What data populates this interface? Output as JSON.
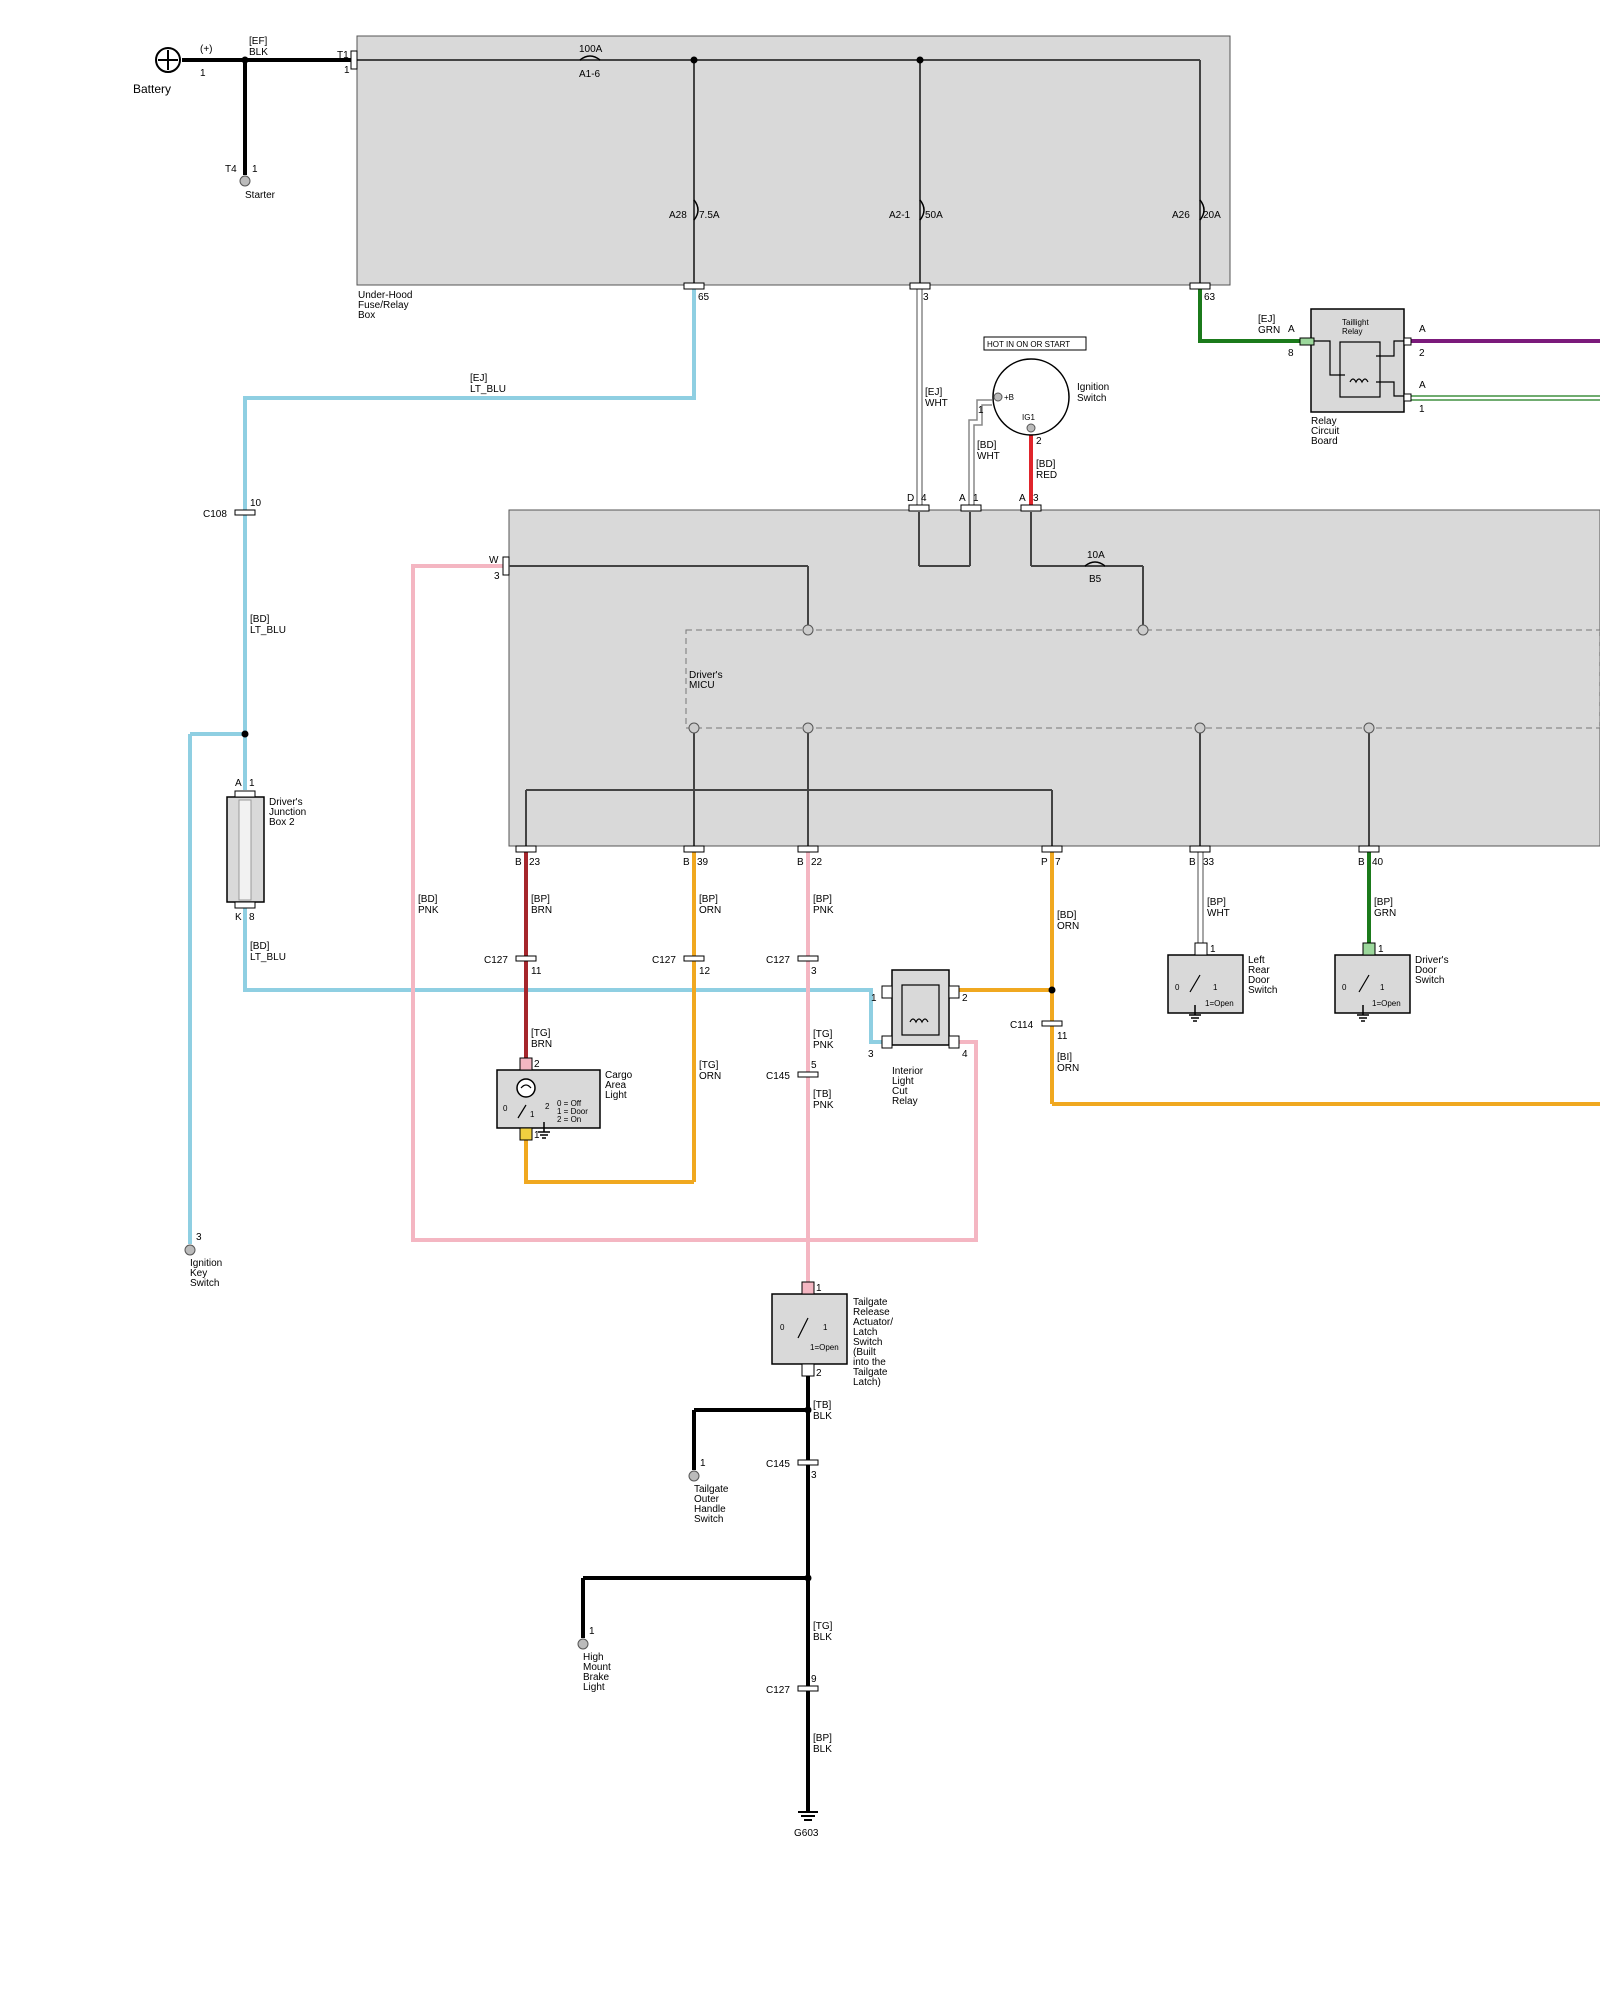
{
  "colors": {
    "box_fill": "#d9d9d9",
    "wire_black": "#000000",
    "wire_lt_blu": "#8fcfe2",
    "wire_pnk": "#f4b6c2",
    "wire_orn": "#f0a820",
    "wire_brn": "#a5262c",
    "wire_red": "#e0242b",
    "wire_grn": "#1b7a1b",
    "wire_wht": "#888888",
    "wire_vio": "#7b1a7b"
  },
  "battery": {
    "label": "Battery",
    "polarity": "(+)",
    "pin": "1"
  },
  "starter": {
    "label": "Starter",
    "conn": "T4",
    "pin": "1"
  },
  "wire_blk_1": {
    "code": "[EF]",
    "color": "BLK"
  },
  "uhfb": {
    "label": [
      "Under-Hood",
      "Fuse/Relay",
      "Box"
    ],
    "t1": "T1",
    "t1_pin": "1",
    "main_fuse_amps": "100A",
    "main_fuse_id": "A1-6",
    "f1_id": "A28",
    "f1_amps": "7.5A",
    "f2_id": "A2-1",
    "f2_amps": "50A",
    "f3_id": "A26",
    "f3_amps": "20A",
    "p65": "65",
    "p3": "3",
    "p63": "63"
  },
  "w_ej_ltblu": {
    "code": "[EJ]",
    "color": "LT_BLU"
  },
  "w_ej_wht": {
    "code": "[EJ]",
    "color": "WHT"
  },
  "w_bd_wht": {
    "code": "[BD]",
    "color": "WHT"
  },
  "w_bd_red": {
    "code": "[BD]",
    "color": "RED"
  },
  "w_ej_grn": {
    "code": "[EJ]",
    "color": "GRN"
  },
  "ignition": {
    "hot_label": "HOT IN ON OR START",
    "label": [
      "Ignition",
      "Switch"
    ],
    "pin1": "1",
    "pin2": "2",
    "term_b": "+B",
    "term_ig1": "IG1"
  },
  "relay_board": {
    "relay_label": [
      "Taillight",
      "Relay"
    ],
    "label": [
      "Relay",
      "Circuit",
      "Board"
    ],
    "pin_a_left": "A",
    "pin8": "8",
    "pin_a_r1": "A",
    "pin_r2": "2",
    "pin_a_r2": "A",
    "pin_r1": "1"
  },
  "c108": {
    "label": "C108",
    "pin": "10"
  },
  "w_bd_ltblu": {
    "code": "[BD]",
    "color": "LT_BLU"
  },
  "w_bd_ltblu_2": {
    "code": "[BD]",
    "color": "LT_BLU"
  },
  "djb2": {
    "label": [
      "Driver's",
      "Junction",
      "Box 2"
    ],
    "conn_a": "A",
    "pin_a": "1",
    "conn_k": "K",
    "pin_k": "8"
  },
  "ign_key": {
    "label": [
      "Ignition",
      "Key",
      "Switch"
    ],
    "pin": "3"
  },
  "micu": {
    "label": [
      "Driver's",
      "MICU"
    ],
    "d": "D",
    "d_pin": "4",
    "a": "A",
    "a_pin": "1",
    "a2": "A",
    "a2_pin": "3",
    "w": "W",
    "w_pin": "3",
    "fuse_amps": "10A",
    "fuse_id": "B5",
    "b23": "B",
    "b23_pin": "23",
    "b39": "B",
    "b39_pin": "39",
    "b22": "B",
    "b22_pin": "22",
    "p7": "P",
    "p7_pin": "7",
    "b33": "B",
    "b33_pin": "33",
    "b40": "B",
    "b40_pin": "40"
  },
  "w_bd_pnk": {
    "code": "[BD]",
    "color": "PNK"
  },
  "w_bp_brn": {
    "code": "[BP]",
    "color": "BRN"
  },
  "w_bp_orn": {
    "code": "[BP]",
    "color": "ORN"
  },
  "w_bp_pnk": {
    "code": "[BP]",
    "color": "PNK"
  },
  "w_bd_orn": {
    "code": "[BD]",
    "color": "ORN"
  },
  "w_bp_wht": {
    "code": "[BP]",
    "color": "WHT"
  },
  "w_bp_grn": {
    "code": "[BP]",
    "color": "GRN"
  },
  "c127_a": {
    "label": "C127",
    "pin": "11"
  },
  "c127_b": {
    "label": "C127",
    "pin": "12"
  },
  "c127_c": {
    "label": "C127",
    "pin": "3"
  },
  "w_tg_brn": {
    "code": "[TG]",
    "color": "BRN"
  },
  "w_tg_orn": {
    "code": "[TG]",
    "color": "ORN"
  },
  "w_tg_pnk": {
    "code": "[TG]",
    "color": "PNK"
  },
  "w_tb_pnk": {
    "code": "[TB]",
    "color": "PNK"
  },
  "c145_a": {
    "label": "C145",
    "pin": "5"
  },
  "cargo": {
    "label": [
      "Cargo",
      "Area",
      "Light"
    ],
    "pin2": "2",
    "pin1": "1",
    "legend": [
      "0 = Off",
      "1 = Door",
      "2 = On"
    ],
    "pos0": "0",
    "pos1": "1",
    "pos2": "2"
  },
  "cut_relay": {
    "label": [
      "Interior",
      "Light",
      "Cut",
      "Relay"
    ],
    "pin1": "1",
    "pin2": "2",
    "pin3": "3",
    "pin4": "4"
  },
  "c114": {
    "label": "C114",
    "pin": "11"
  },
  "w_bi_orn": {
    "code": "[BI]",
    "color": "ORN"
  },
  "lr_door": {
    "label": [
      "Left",
      "Rear",
      "Door",
      "Switch"
    ],
    "pin": "1",
    "pos0": "0",
    "pos1": "1",
    "open": "1=Open"
  },
  "dr_door": {
    "label": [
      "Driver's",
      "Door",
      "Switch"
    ],
    "pin": "1",
    "pos0": "0",
    "pos1": "1",
    "open": "1=Open"
  },
  "tailgate": {
    "label": [
      "Tailgate",
      "Release",
      "Actuator/",
      "Latch",
      "Switch",
      "(Built",
      "into the",
      "Tailgate",
      "Latch)"
    ],
    "pin1": "1",
    "pin2": "2",
    "pos0": "0",
    "pos1": "1",
    "open": "1=Open"
  },
  "w_tb_blk": {
    "code": "[TB]",
    "color": "BLK"
  },
  "c145_b": {
    "label": "C145",
    "pin": "3"
  },
  "outer_handle": {
    "label": [
      "Tailgate",
      "Outer",
      "Handle",
      "Switch"
    ],
    "pin": "1"
  },
  "hmbl": {
    "label": [
      "High",
      "Mount",
      "Brake",
      "Light"
    ],
    "pin": "1"
  },
  "w_tg_blk": {
    "code": "[TG]",
    "color": "BLK"
  },
  "c127_d": {
    "label": "C127",
    "pin": "9"
  },
  "w_bp_blk": {
    "code": "[BP]",
    "color": "BLK"
  },
  "ground": {
    "label": "G603"
  }
}
